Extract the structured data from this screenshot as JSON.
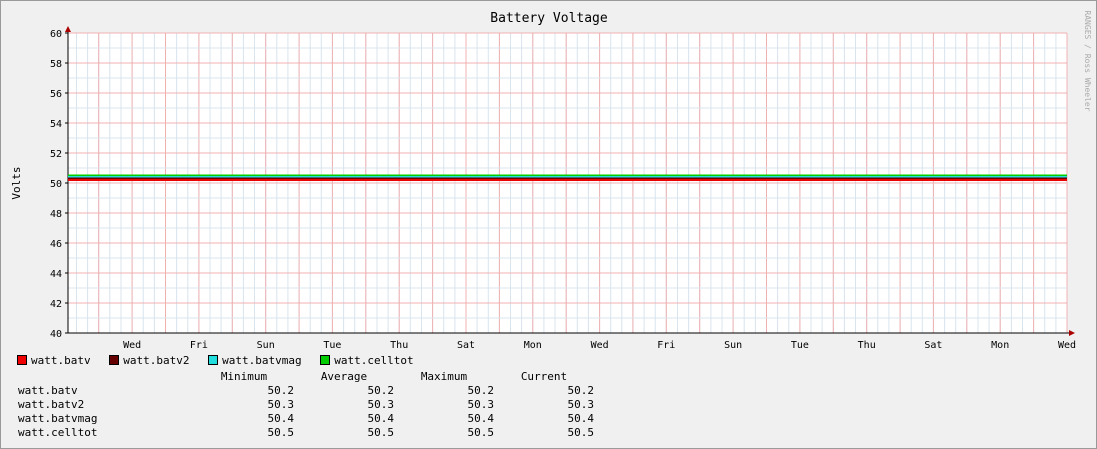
{
  "chart_data": {
    "type": "line",
    "title": "Battery Voltage",
    "ylabel": "Volts",
    "xlabel": "",
    "watermark": "RANGES / Ross Wheeler",
    "ylim": [
      40,
      60
    ],
    "yticks": [
      40,
      42,
      44,
      46,
      48,
      50,
      52,
      54,
      56,
      58,
      60
    ],
    "xticks": [
      "Wed",
      "Fri",
      "Sun",
      "Tue",
      "Thu",
      "Sat",
      "Mon",
      "Wed",
      "Fri",
      "Sun",
      "Tue",
      "Thu",
      "Sat",
      "Mon",
      "Wed"
    ],
    "grid": true,
    "series": [
      {
        "name": "watt.batv",
        "color": "#ee0000",
        "values": [
          50.2,
          50.2
        ]
      },
      {
        "name": "watt.batv2",
        "color": "#660000",
        "values": [
          50.3,
          50.3
        ]
      },
      {
        "name": "watt.batvmag",
        "color": "#22dddd",
        "values": [
          50.4,
          50.4
        ]
      },
      {
        "name": "watt.celltot",
        "color": "#00cc00",
        "values": [
          50.5,
          50.5
        ]
      }
    ]
  },
  "stats": {
    "headers": [
      "Minimum",
      "Average",
      "Maximum",
      "Current"
    ],
    "rows": [
      {
        "name": "watt.batv",
        "min": "50.2",
        "avg": "50.2",
        "max": "50.2",
        "cur": "50.2"
      },
      {
        "name": "watt.batv2",
        "min": "50.3",
        "avg": "50.3",
        "max": "50.3",
        "cur": "50.3"
      },
      {
        "name": "watt.batvmag",
        "min": "50.4",
        "avg": "50.4",
        "max": "50.4",
        "cur": "50.4"
      },
      {
        "name": "watt.celltot",
        "min": "50.5",
        "avg": "50.5",
        "max": "50.5",
        "cur": "50.5"
      }
    ]
  }
}
